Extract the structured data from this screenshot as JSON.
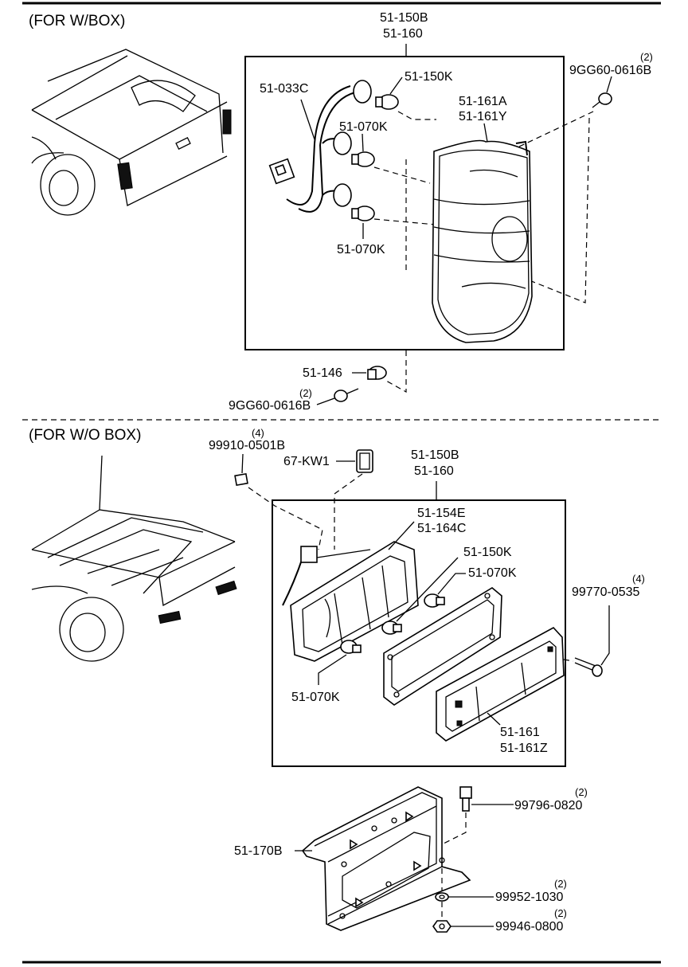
{
  "sections": {
    "with_box": "(FOR W/BOX)",
    "without_box": "(FOR W/O BOX)"
  },
  "parts_with_box": {
    "assembly_a": "51-150B",
    "assembly_b": "51-160",
    "harness": "51-033C",
    "bulb_top": "51-150K",
    "bulb_mid": "51-070K",
    "bulb_low": "51-070K",
    "lens_a": "51-161A",
    "lens_b": "51-161Y",
    "screw_top": "9GG60-0616B",
    "screw_top_qty": "(2)",
    "clip": "51-146",
    "screw_bottom": "9GG60-0616B",
    "screw_bottom_qty": "(2)"
  },
  "parts_without_box": {
    "clip_nut": "99910-0501B",
    "clip_nut_qty": "(4)",
    "marker": "67-KW1",
    "assembly_a": "51-150B",
    "assembly_b": "51-160",
    "housing_a": "51-154E",
    "housing_b": "51-164C",
    "bulb_a": "51-150K",
    "bulb_b": "51-070K",
    "bulb_c": "51-070K",
    "screw": "99770-0535",
    "screw_qty": "(4)",
    "lens_a": "51-161",
    "lens_b": "51-161Z",
    "bracket": "51-170B",
    "bolt": "99796-0820",
    "bolt_qty": "(2)",
    "washer": "99952-1030",
    "washer_qty": "(2)",
    "nut": "99946-0800",
    "nut_qty": "(2)"
  }
}
